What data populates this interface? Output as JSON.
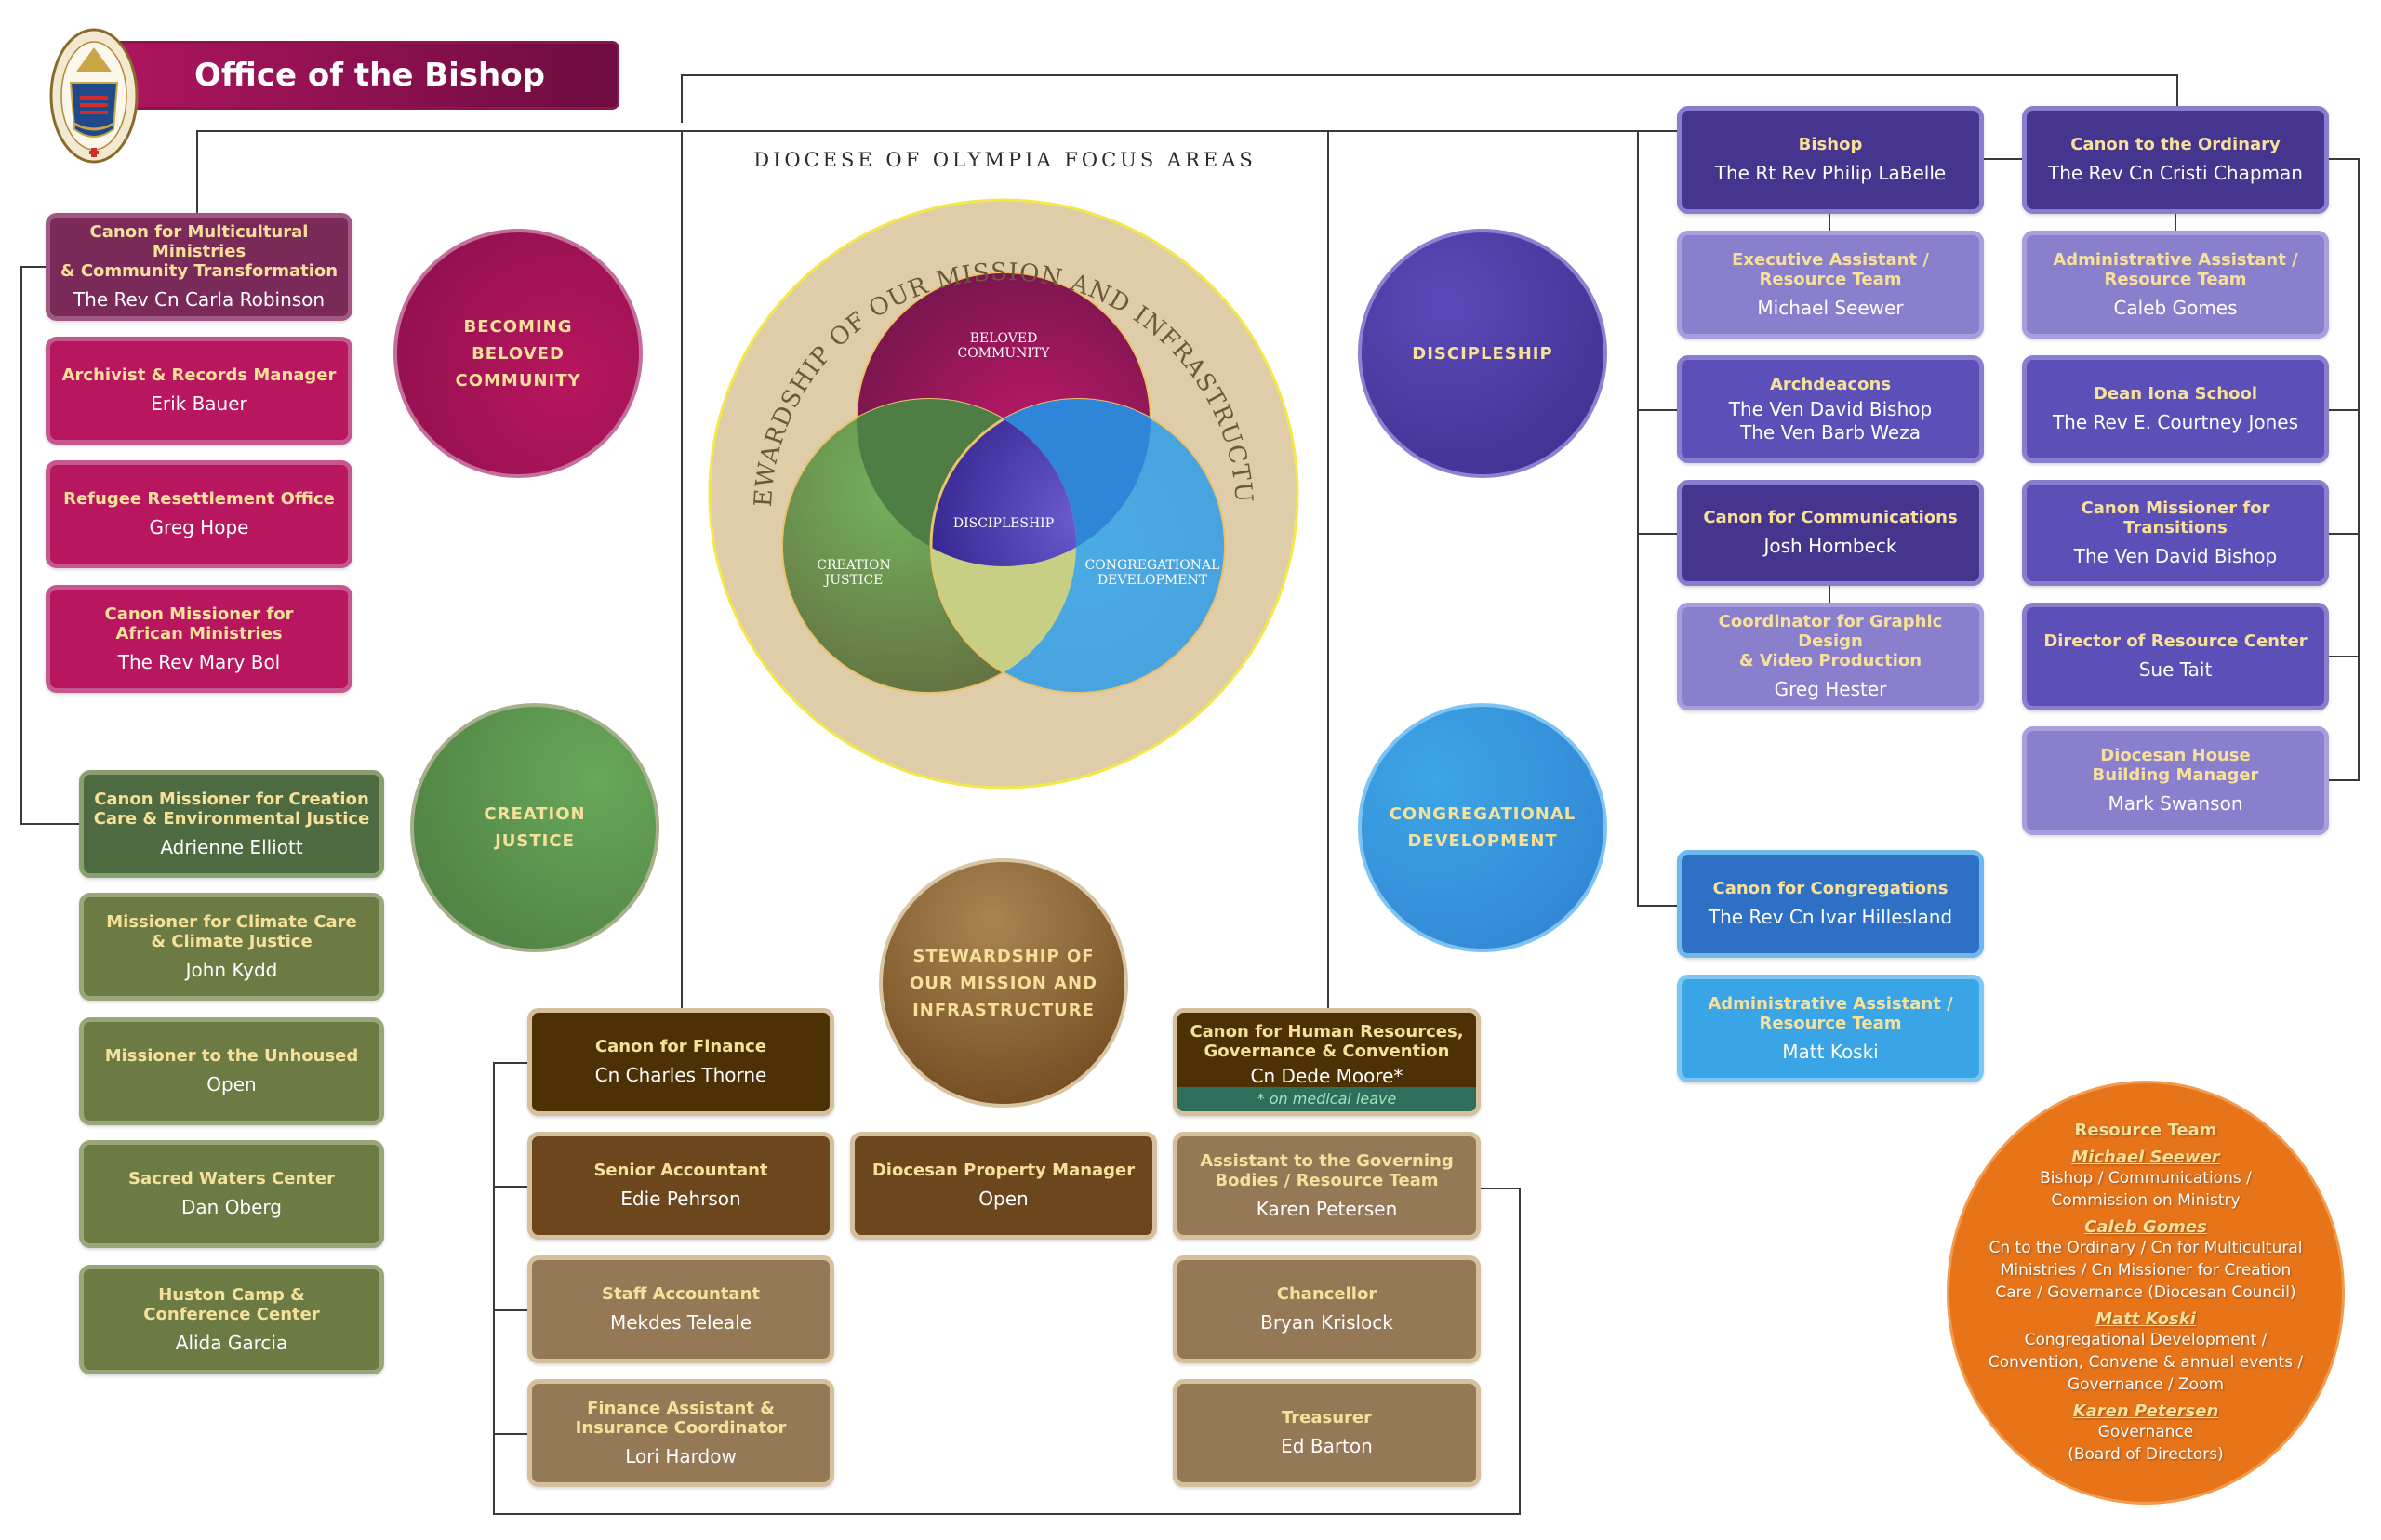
{
  "header": {
    "title": "Office of the Bishop",
    "seal_icon": "diocesan-seal"
  },
  "focus_title": "DIOCESE OF OLYMPIA FOCUS AREAS",
  "venn": {
    "outer_label": "STEWARDSHIP OF OUR MISSION AND INFRASTRUCTURE",
    "beloved": "BELOVED\nCOMMUNITY",
    "creation": "CREATION\nJUSTICE",
    "congregational": "CONGREGATIONAL\nDEVELOPMENT",
    "discipleship": "DISCIPLESHIP"
  },
  "focus_circles": {
    "beloved": "BECOMING\nBELOVED\nCOMMUNITY",
    "creation": "CREATION\nJUSTICE",
    "discipleship": "DISCIPLESHIP",
    "congregational": "CONGREGATIONAL\nDEVELOPMENT",
    "stewardship": "STEWARDSHIP OF\nOUR MISSION AND\nINFRASTRUCTURE"
  },
  "beloved_staff": [
    {
      "title": "Canon for Multicultural Ministries\n& Community Transformation",
      "name": "The Rev Cn Carla Robinson"
    },
    {
      "title": "Archivist & Records Manager",
      "name": "Erik Bauer"
    },
    {
      "title": "Refugee Resettlement Office",
      "name": "Greg Hope"
    },
    {
      "title": "Canon Missioner for\nAfrican Ministries",
      "name": "The Rev Mary Bol"
    }
  ],
  "creation_staff": [
    {
      "title": "Canon Missioner for Creation\nCare & Environmental Justice",
      "name": "Adrienne Elliott"
    },
    {
      "title": "Missioner for Climate Care\n& Climate Justice",
      "name": "John Kydd"
    },
    {
      "title": "Missioner to the Unhoused",
      "name": "Open"
    },
    {
      "title": "Sacred Waters Center",
      "name": "Dan Oberg"
    },
    {
      "title": "Huston Camp &\nConference Center",
      "name": "Alida Garcia"
    }
  ],
  "finance_staff": [
    {
      "title": "Canon for Finance",
      "name": "Cn Charles Thorne"
    },
    {
      "title": "Senior Accountant",
      "name": "Edie Pehrson"
    },
    {
      "title": "Staff Accountant",
      "name": "Mekdes Teleale"
    },
    {
      "title": "Finance Assistant &\nInsurance Coordinator",
      "name": "Lori Hardow"
    }
  ],
  "property": {
    "title": "Diocesan Property Manager",
    "name": "Open"
  },
  "hr_staff": [
    {
      "title": "Canon for Human Resources,\nGovernance & Convention",
      "name": "Cn Dede Moore*",
      "note": "* on medical leave"
    },
    {
      "title": "Assistant to the Governing\nBodies / Resource Team",
      "name": "Karen Petersen"
    },
    {
      "title": "Chancellor",
      "name": "Bryan Krislock"
    },
    {
      "title": "Treasurer",
      "name": "Ed Barton"
    }
  ],
  "bishop_column": [
    {
      "title": "Bishop",
      "name": "The Rt Rev Philip LaBelle"
    },
    {
      "title": "Executive Assistant /\nResource Team",
      "name": "Michael Seewer"
    },
    {
      "title": "Archdeacons",
      "name": "The Ven David Bishop\nThe Ven Barb Weza"
    },
    {
      "title": "Canon for Communications",
      "name": "Josh Hornbeck"
    },
    {
      "title": "Coordinator for Graphic Design\n& Video Production",
      "name": "Greg Hester"
    }
  ],
  "ordinary_column": [
    {
      "title": "Canon to the Ordinary",
      "name": "The Rev Cn Cristi Chapman"
    },
    {
      "title": "Administrative Assistant /\nResource Team",
      "name": "Caleb Gomes"
    },
    {
      "title": "Dean Iona School",
      "name": "The Rev E. Courtney Jones"
    },
    {
      "title": "Canon Missioner for Transitions",
      "name": "The Ven David Bishop"
    },
    {
      "title": "Director of Resource Center",
      "name": "Sue Tait"
    },
    {
      "title": "Diocesan House\nBuilding Manager",
      "name": "Mark Swanson"
    }
  ],
  "congregations_staff": [
    {
      "title": "Canon for Congregations",
      "name": "The Rev Cn Ivar Hillesland"
    },
    {
      "title": "Administrative Assistant /\nResource Team",
      "name": "Matt Koski"
    }
  ],
  "resource_team": {
    "title": "Resource Team",
    "members": [
      {
        "name": "Michael Seewer",
        "roles": "Bishop / Communications /\nCommission on Ministry"
      },
      {
        "name": "Caleb Gomes",
        "roles": "Cn to the Ordinary / Cn for Multicultural\nMinistries / Cn Missioner for Creation\nCare / Governance (Diocesan Council)"
      },
      {
        "name": "Matt Koski",
        "roles": "Congregational Development /\nConvention, Convene & annual events /\nGovernance / Zoom"
      },
      {
        "name": "Karen Petersen",
        "roles": "Governance\n(Board of Directors)"
      }
    ]
  },
  "colors": {
    "beloved": "#b8165f",
    "creation": "#6b7b43",
    "discipleship": "#45358f",
    "congregational": "#3aa5e6",
    "stewardship": "#6c461d",
    "resource_team": "#e8741a",
    "title_text": "#f7e19a"
  }
}
